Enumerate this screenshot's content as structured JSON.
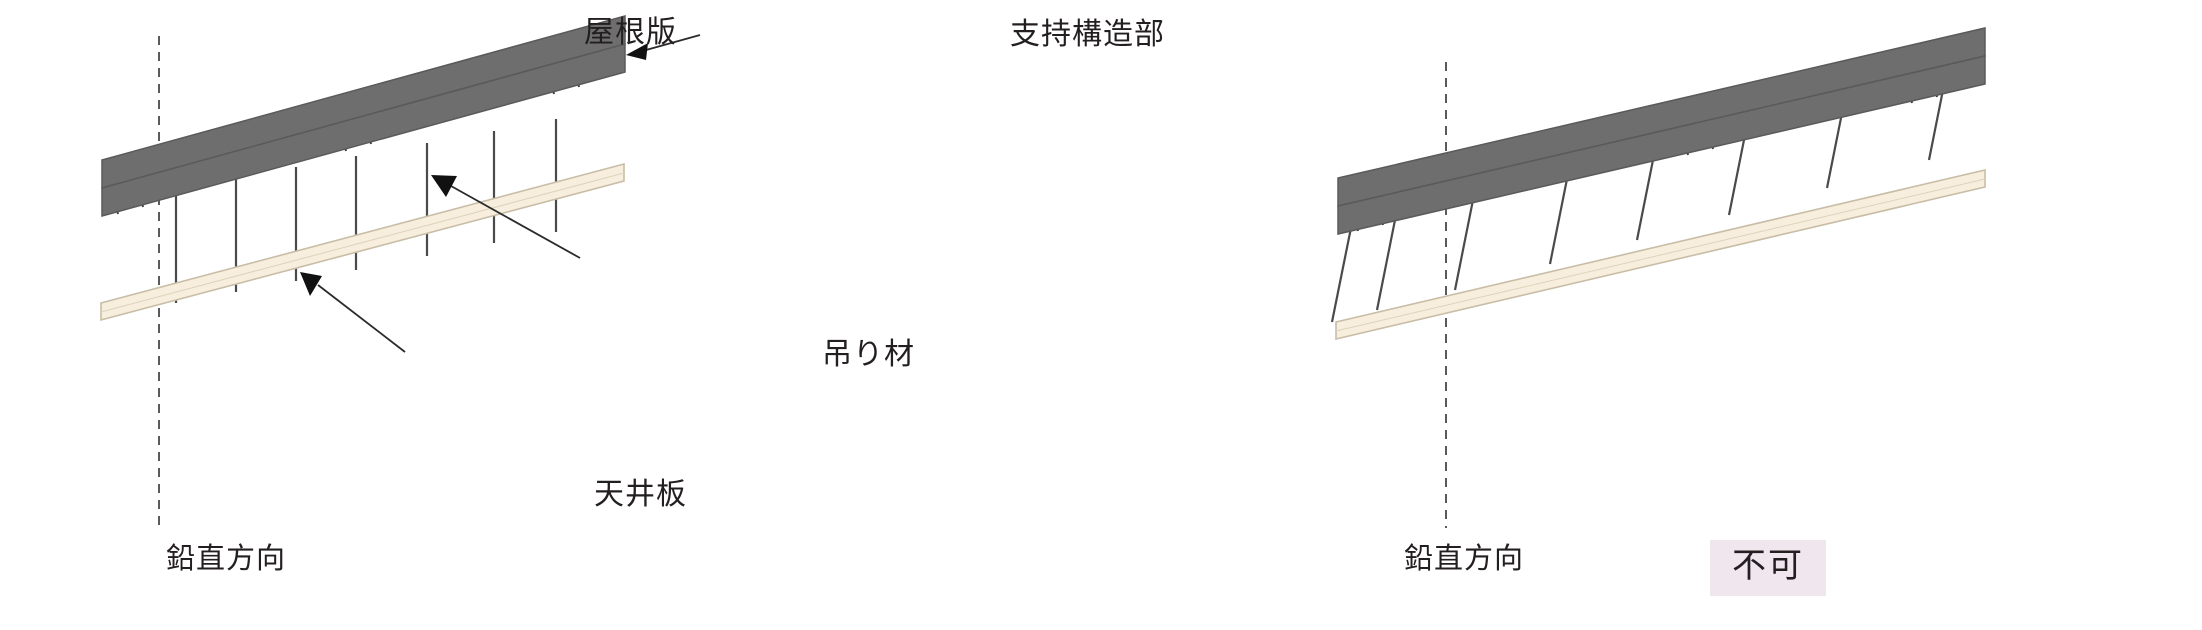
{
  "figure": {
    "title": "",
    "panels": [
      {
        "id": "left-panel",
        "status": "",
        "vertical_axis_label": "鉛直方向",
        "annotations": [
          {
            "name": "roof-slab",
            "text": "屋根版"
          },
          {
            "name": "supporting-structure",
            "text": "支持構造部"
          },
          {
            "name": "hanging-member",
            "text": "吊り材"
          },
          {
            "name": "ceiling-board",
            "text": "天井板"
          }
        ]
      },
      {
        "id": "right-panel",
        "status": "不可",
        "vertical_axis_label": "鉛直方向",
        "annotations": []
      }
    ]
  },
  "labels": {
    "roof_slab": "屋根版",
    "supporting_structure": "支持構造部",
    "hanging_member": "吊り材",
    "ceiling_board": "天井板",
    "vertical_direction_left": "鉛直方向",
    "vertical_direction_right": "鉛直方向",
    "not_allowed_badge": "不可"
  },
  "colors": {
    "roof_slab": "#6e6e6e",
    "roof_slab_edge": "#5a5a5a",
    "ceiling_board_face": "#f7eedd",
    "ceiling_board_edge": "#c8bda6",
    "hanger_line": "#4a4a4a",
    "dashed_axis": "#5a5a5a",
    "leader_line": "#2b2b2b",
    "text": "#231f20",
    "badge_background": "#f0e6ee",
    "background": "#ffffff"
  },
  "geometry_notes": {
    "left_panel_hangers": "vertical",
    "right_panel_hangers": "perpendicular-to-roof-slope"
  }
}
